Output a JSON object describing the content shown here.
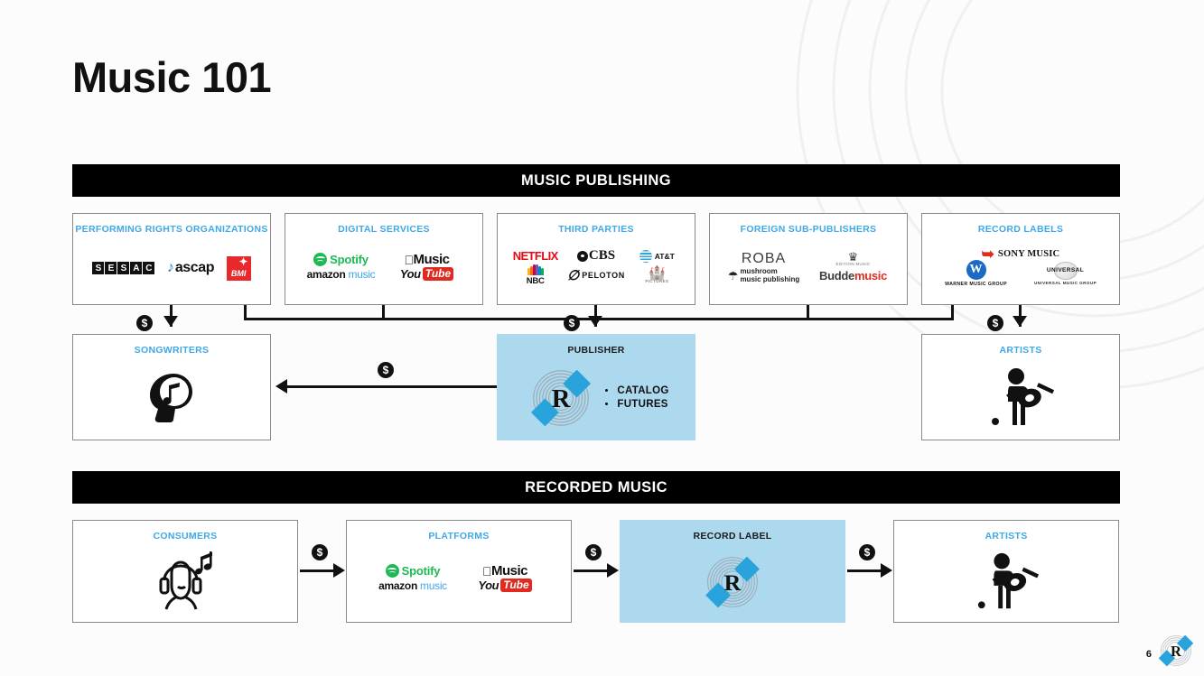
{
  "slide": {
    "title": "Music 101",
    "page_number": "6",
    "accent_blue": "#3FA8E8",
    "panel_blue": "#ADD9EE",
    "banner_bg": "#000000"
  },
  "sections": {
    "publishing": {
      "banner": "MUSIC PUBLISHING"
    },
    "recorded": {
      "banner": "RECORDED MUSIC"
    }
  },
  "publishing_sources": [
    {
      "title": "PERFORMING RIGHTS ORGANIZATIONS",
      "logos": [
        "SESAC",
        "ascap",
        "BMI"
      ]
    },
    {
      "title": "DIGITAL SERVICES",
      "logos": [
        "Spotify",
        "Music",
        "amazon music",
        "YouTube"
      ]
    },
    {
      "title": "THIRD PARTIES",
      "logos": [
        "NETFLIX",
        "CBS",
        "AT&T",
        "NBC",
        "PELOTON",
        "Disney Pictures"
      ]
    },
    {
      "title": "FOREIGN SUB-PUBLISHERS",
      "logos": [
        "ROBA",
        "Crown",
        "mushroom music publishing",
        "Budde music"
      ]
    },
    {
      "title": "RECORD LABELS",
      "logos": [
        "SONY MUSIC",
        "WARNER MUSIC GROUP",
        "UNIVERSAL MUSIC GROUP"
      ]
    }
  ],
  "logo_text": {
    "sesac_letters": [
      "S",
      "E",
      "S",
      "A",
      "C"
    ],
    "ascap": "ascap",
    "bmi": "BMI",
    "spotify": "Spotify",
    "apple_music": "Music",
    "amazon_bold": "amazon",
    "amazon_light": "music",
    "you": "You",
    "tube": "Tube",
    "netflix": "NETFLIX",
    "cbs": "CBS",
    "att": "AT&T",
    "nbc": "NBC",
    "peloton": "PELOTON",
    "disney": "PICTURES",
    "roba": "ROBA",
    "crown_sub": "EDITION MUSIC",
    "mushroom_line1": "mushroom",
    "mushroom_line2": "music publishing",
    "budde_dark": "Budde",
    "budde_red": "music",
    "sony": "SONY MUSIC",
    "warner": "WARNER MUSIC GROUP",
    "universal_top": "UNIVERSAL",
    "universal_bottom": "UNIVERSAL MUSIC GROUP"
  },
  "publishing_row": {
    "songwriters": {
      "title": "SONGWRITERS",
      "icon": "head-music-note-icon"
    },
    "publisher": {
      "title": "PUBLISHER",
      "icon": "r-vinyl-logo",
      "bullets": [
        "CATALOG",
        "FUTURES"
      ]
    },
    "artists": {
      "title": "ARTISTS",
      "icon": "guitarist-icon"
    }
  },
  "recorded_row": {
    "consumers": {
      "title": "CONSUMERS",
      "icon": "listener-headphones-icon"
    },
    "platforms": {
      "title": "PLATFORMS",
      "logos": [
        "Spotify",
        "Music",
        "amazon music",
        "YouTube"
      ]
    },
    "record_label": {
      "title": "RECORD LABEL",
      "icon": "r-vinyl-logo"
    },
    "artists": {
      "title": "ARTISTS",
      "icon": "guitarist-icon"
    }
  },
  "money_flow": {
    "symbol": "$",
    "labels": [
      "pro-to-songwriters",
      "publisher-to-songwriters",
      "sources-to-publisher",
      "labels-to-artists",
      "consumers-to-platforms",
      "platforms-to-record-label",
      "record-label-to-artists"
    ]
  }
}
